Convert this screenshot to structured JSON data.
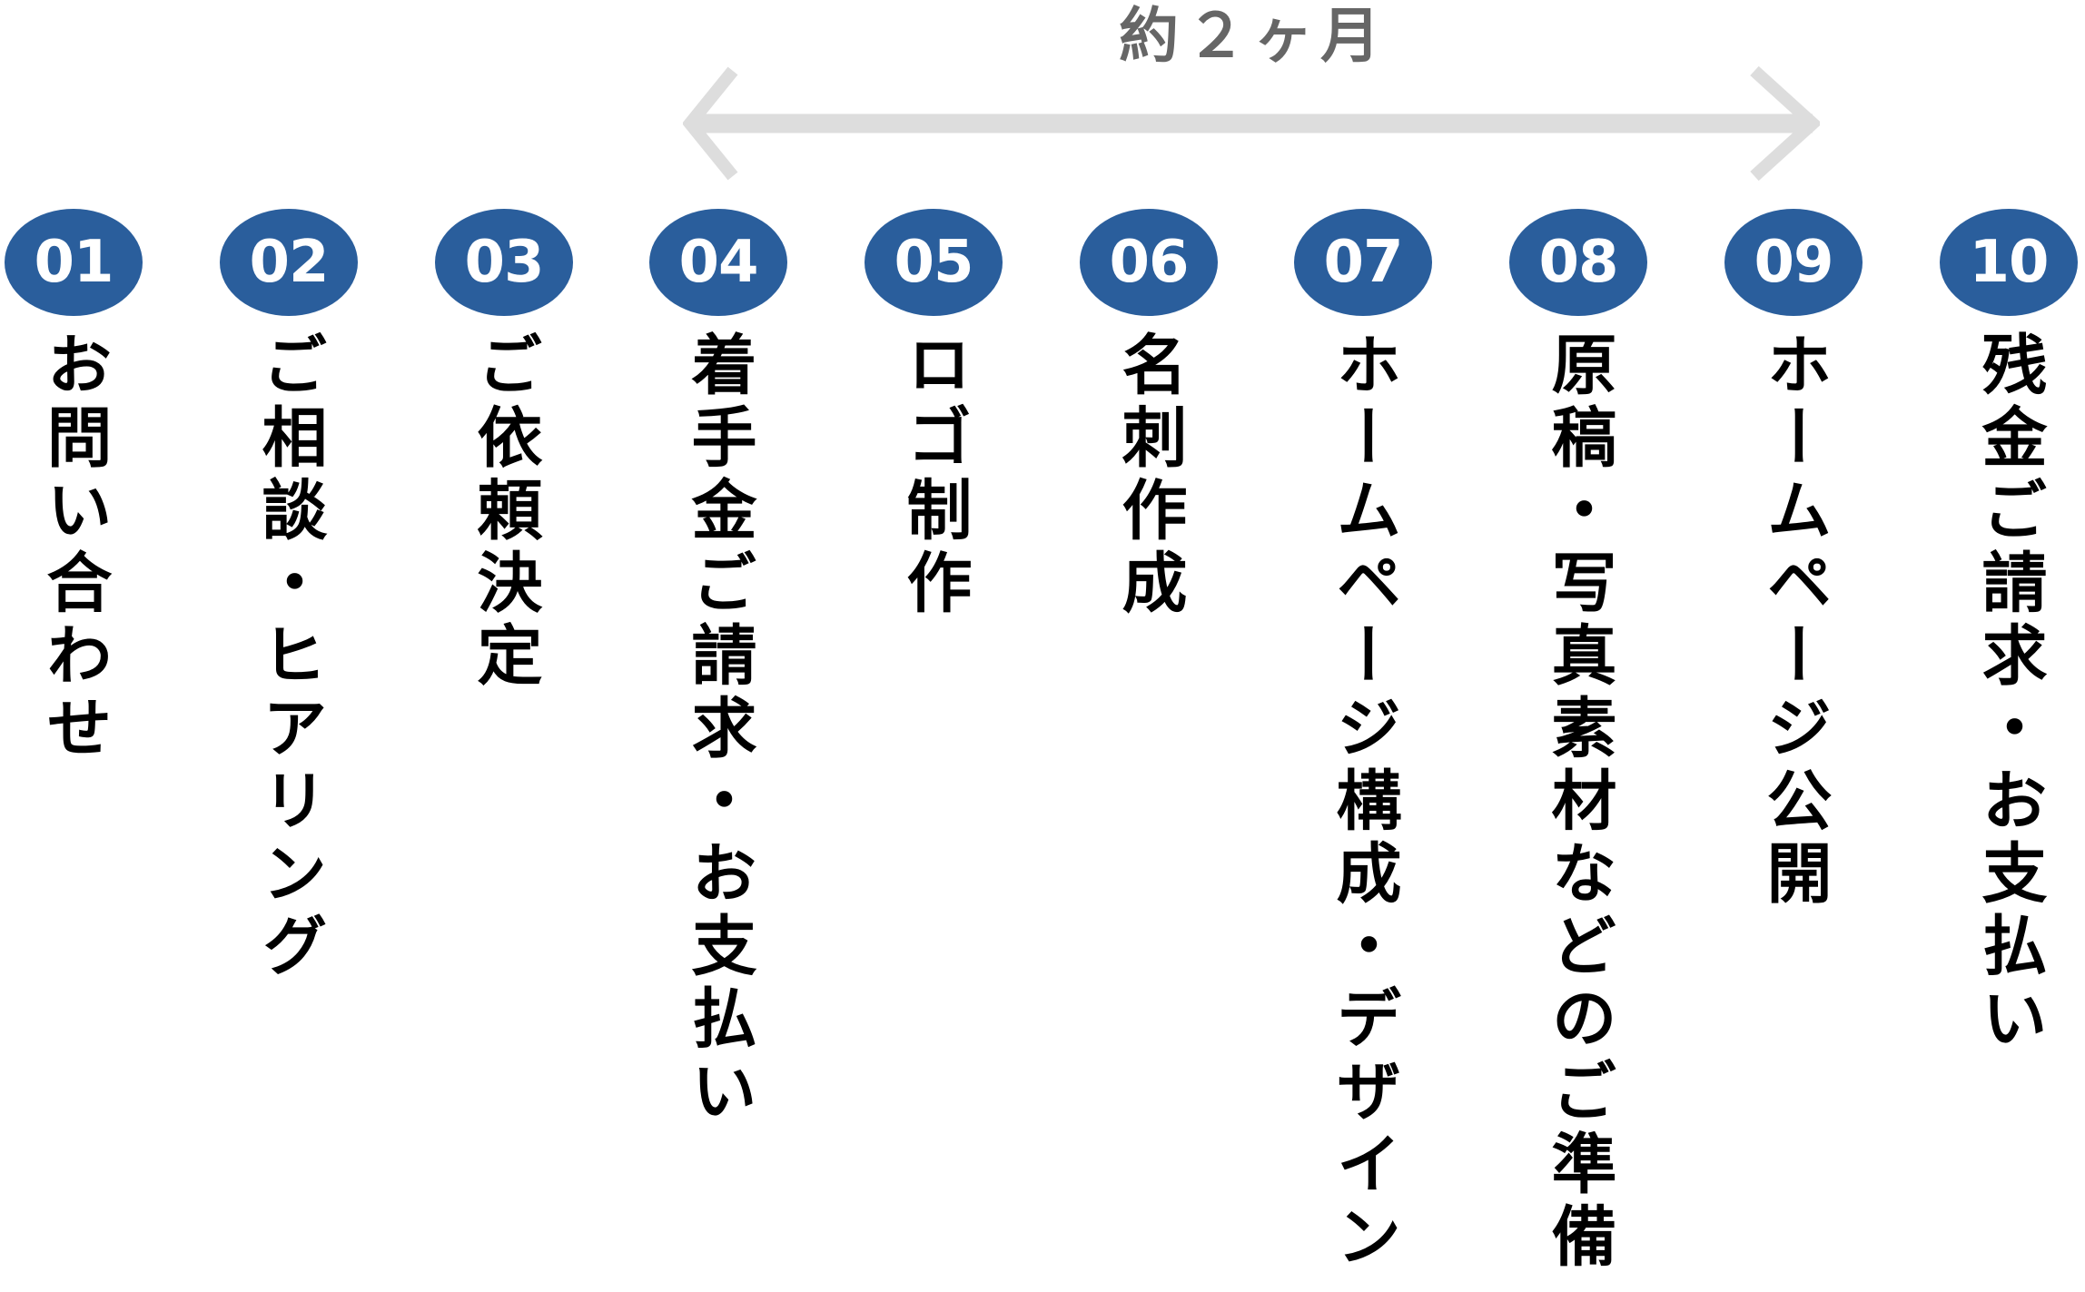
{
  "timeline": {
    "duration_label": "約２ヶ月",
    "duration_span": {
      "from_step": "04",
      "to_step": "09"
    },
    "colors": {
      "badge": "#2a5e9c",
      "badge_text": "#ffffff",
      "label_text": "#000000",
      "duration_text": "#666666",
      "arrow": "#dddddd"
    },
    "steps": [
      {
        "number": "01",
        "label": "お問い合わせ"
      },
      {
        "number": "02",
        "label": "ご相談・ヒアリング"
      },
      {
        "number": "03",
        "label": "ご依頼決定"
      },
      {
        "number": "04",
        "label": "着手金ご請求・お支払い"
      },
      {
        "number": "05",
        "label": "ロゴ制作"
      },
      {
        "number": "06",
        "label": "名刺作成"
      },
      {
        "number": "07",
        "label": "ホームページ構成・デザイン"
      },
      {
        "number": "08",
        "label": "原稿・写真素材などのご準備"
      },
      {
        "number": "09",
        "label": "ホームページ公開"
      },
      {
        "number": "10",
        "label": "残金ご請求・お支払い"
      }
    ]
  }
}
